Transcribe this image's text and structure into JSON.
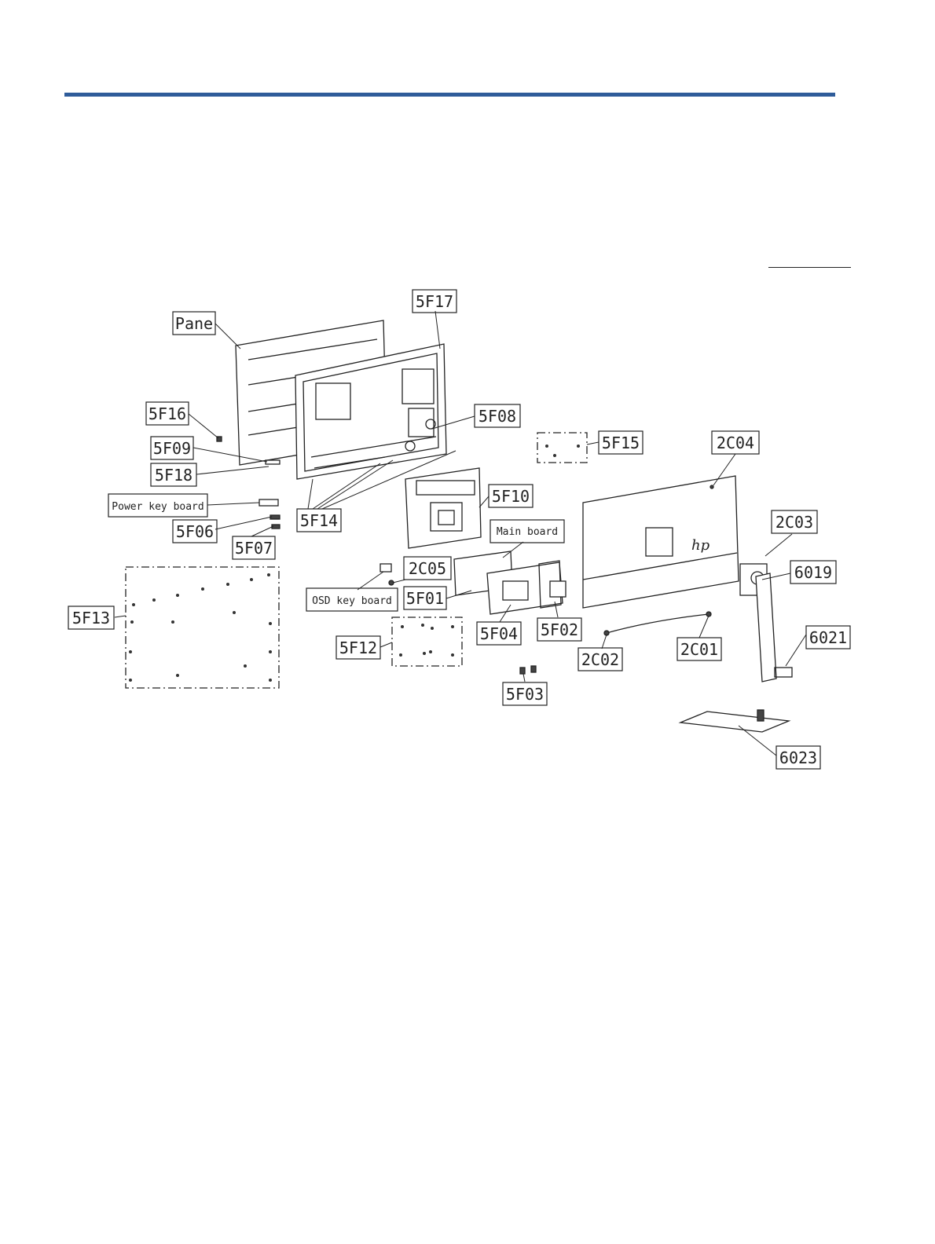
{
  "colors": {
    "header_rule": "#2f5c9a",
    "line": "#222222"
  },
  "callouts": {
    "pane": "Pane",
    "c5F17": "5F17",
    "c5F16": "5F16",
    "c5F08": "5F08",
    "c5F09": "5F09",
    "c5F18": "5F18",
    "c5F14": "5F14",
    "c5F15": "5F15",
    "c2C04": "2C04",
    "power_key_board": "Power key board",
    "c5F06": "5F06",
    "c5F07": "5F07",
    "c5F10": "5F10",
    "main_board": "Main board",
    "c2C03": "2C03",
    "c6019": "6019",
    "c2C05": "2C05",
    "osd_key_board": "OSD key board",
    "c5F01": "5F01",
    "c5F13": "5F13",
    "c5F12": "5F12",
    "c5F04": "5F04",
    "c5F02": "5F02",
    "c2C02": "2C02",
    "c2C01": "2C01",
    "c6021": "6021",
    "c5F03": "5F03",
    "c6023": "6023"
  }
}
